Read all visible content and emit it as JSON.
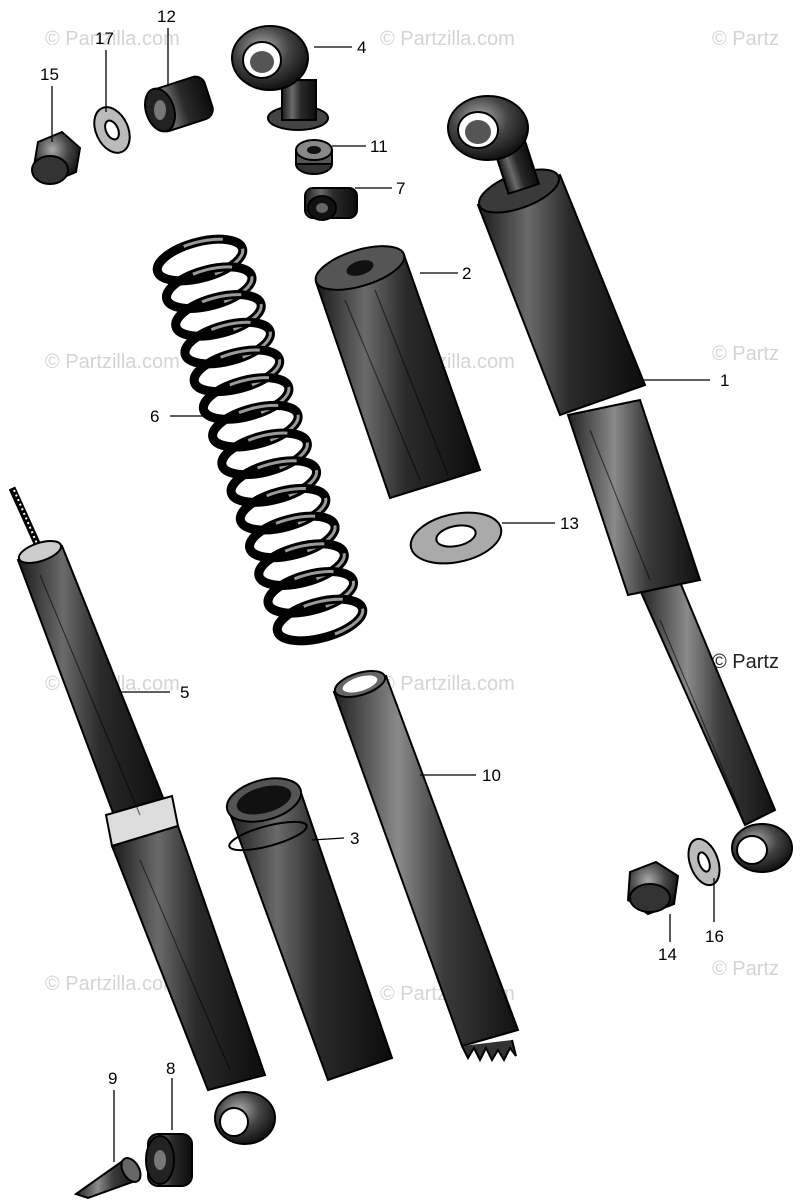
{
  "watermark": {
    "text": "© Partzilla.com",
    "text_cut": "© Partz",
    "color": "#d4d4d4"
  },
  "callouts": {
    "c1": "1",
    "c2": "2",
    "c3": "3",
    "c4": "4",
    "c5": "5",
    "c6": "6",
    "c7": "7",
    "c8": "8",
    "c9": "9",
    "c10": "10",
    "c11": "11",
    "c12": "12",
    "c13": "13",
    "c14": "14",
    "c15": "15",
    "c16": "16",
    "c17": "17"
  },
  "icons": {
    "part-1": "shock-upper-cover-icon",
    "part-2": "dust-cover-tube-icon",
    "part-3": "spring-seat-cup-icon",
    "part-4": "upper-eye-joint-icon",
    "part-5": "damper-unit-icon",
    "part-6": "coil-spring-icon",
    "part-7": "rubber-bushing-icon",
    "part-8": "flanged-bushing-icon",
    "part-9": "collar-sleeve-icon",
    "part-10": "slotted-guide-tube-icon",
    "part-11": "lock-nut-icon",
    "part-12": "rubber-bush-icon",
    "part-13": "flat-washer-icon",
    "part-14": "cap-nut-icon",
    "part-15": "cap-nut-icon",
    "part-16": "plain-washer-icon",
    "part-17": "plain-washer-icon"
  }
}
